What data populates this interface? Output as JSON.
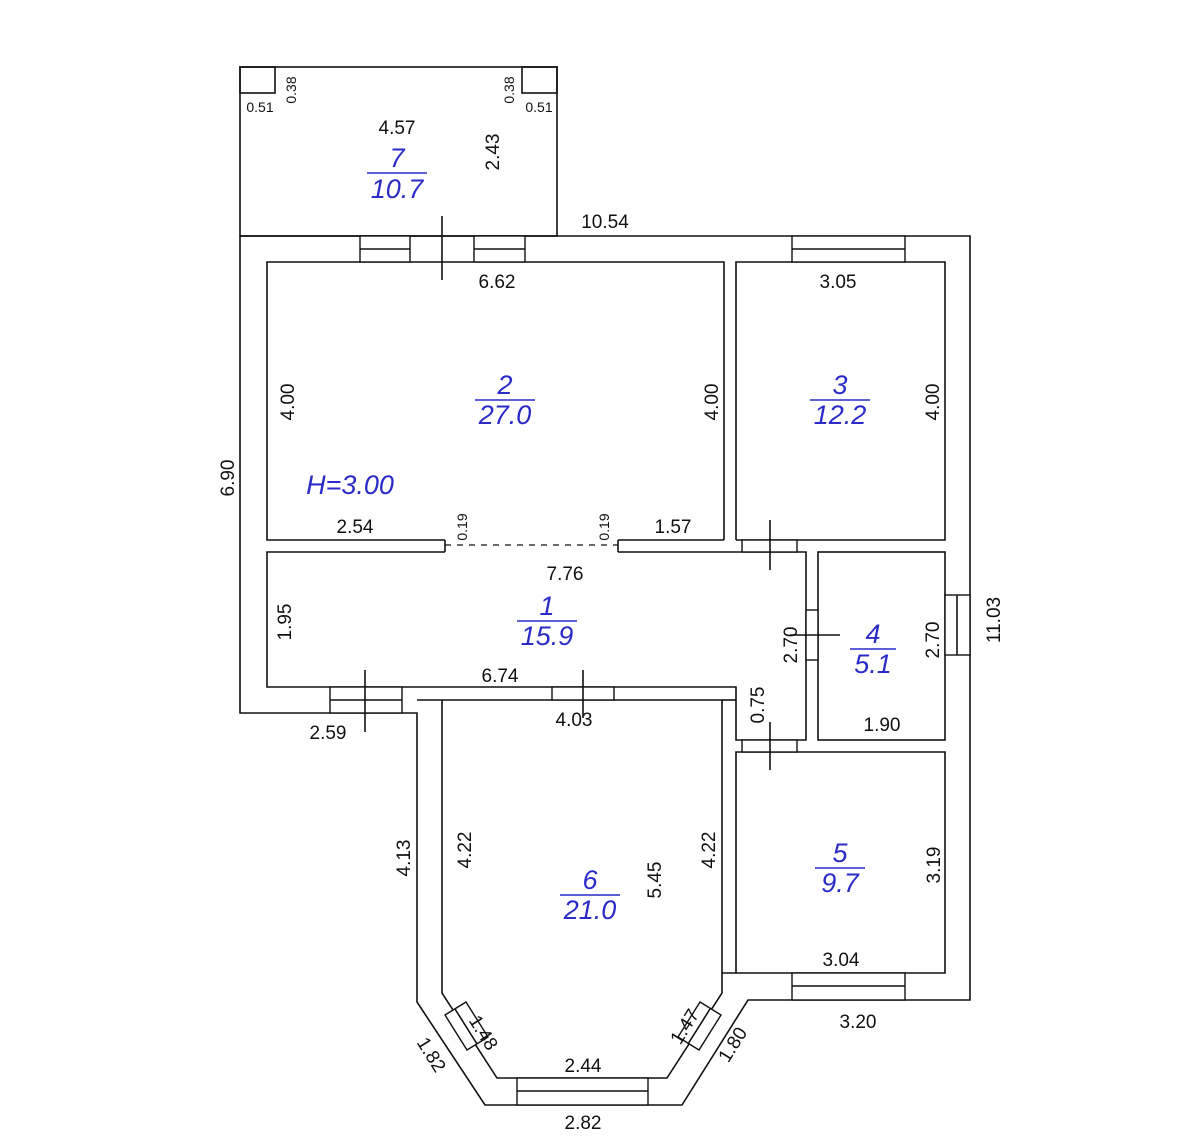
{
  "plan": {
    "height_label": "H=3.00",
    "accent_color": "#2b2bc8",
    "rooms": [
      {
        "number": "7",
        "area": "10.7"
      },
      {
        "number": "2",
        "area": "27.0"
      },
      {
        "number": "3",
        "area": "12.2"
      },
      {
        "number": "1",
        "area": "15.9"
      },
      {
        "number": "4",
        "area": "5.1"
      },
      {
        "number": "6",
        "area": "21.0"
      },
      {
        "number": "5",
        "area": "9.7"
      }
    ],
    "dimensions": {
      "terrace_width": "4.57",
      "terrace_depth": "2.43",
      "terrace_corner_l_w": "0.51",
      "terrace_corner_l_h": "0.38",
      "terrace_corner_r_h": "0.38",
      "terrace_corner_r_w": "0.51",
      "outer_top": "10.54",
      "room2_top": "6.62",
      "room3_top": "3.05",
      "room2_left": "4.00",
      "room2_right": "4.00",
      "room3_right": "4.00",
      "outer_left": "6.90",
      "wall_seg_left": "2.54",
      "opening_l": "0.19",
      "opening_r": "0.19",
      "wall_seg_right": "1.57",
      "room1_width": "7.76",
      "room1_left": "1.95",
      "room4_left": "2.70",
      "room4_right": "2.70",
      "outer_right": "11.03",
      "room1_bottom": "6.74",
      "corridor": "0.75",
      "room4_bottom": "1.90",
      "outer_bottom_left": "2.59",
      "room6_top": "4.03",
      "outer_left_lower": "4.13",
      "room6_left": "4.22",
      "room6_depth": "5.45",
      "room6_right": "4.22",
      "room5_right": "3.19",
      "room5_bottom": "3.04",
      "outer_bottom_right": "3.20",
      "bay_inner_left": "1.48",
      "bay_inner_right": "1.47",
      "bay_outer_left": "1.82",
      "bay_outer_right": "1.80",
      "bay_inner_bottom": "2.44",
      "bay_outer_bottom": "2.82"
    }
  }
}
